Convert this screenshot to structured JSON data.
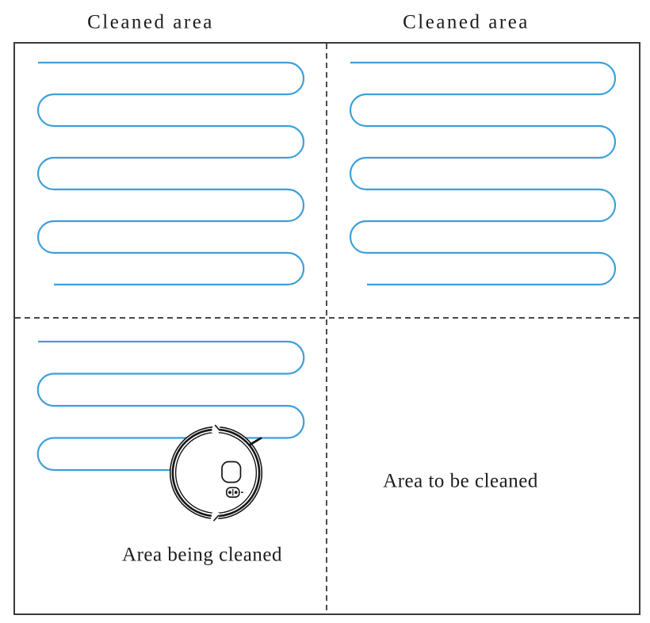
{
  "labels": {
    "top_left": "Cleaned area",
    "top_right": "Cleaned area",
    "bottom_left": "Area being cleaned",
    "bottom_right": "Area to be cleaned"
  },
  "colors": {
    "path_blue": "#3f9fd8",
    "border_dark": "#3a3a3a",
    "divider_dark": "#2e2e2e",
    "ink": "#161616",
    "text": "#1c1c1c"
  },
  "icons": {
    "robot_vacuum": "robot-vacuum-top-view-icon"
  }
}
